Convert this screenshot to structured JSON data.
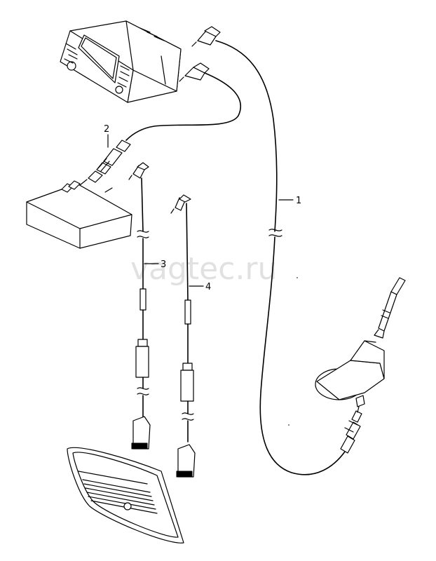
{
  "watermark": "vagtec.ru",
  "callouts": [
    {
      "id": "1",
      "label": "1"
    },
    {
      "id": "2",
      "label": "2"
    },
    {
      "id": "3",
      "label": "3"
    },
    {
      "id": "4",
      "label": "4"
    }
  ],
  "parts": [
    {
      "name": "radio-navigation-unit"
    },
    {
      "name": "amplifier-control-box"
    },
    {
      "name": "roof-antenna"
    },
    {
      "name": "rear-window-antenna-glass"
    }
  ]
}
